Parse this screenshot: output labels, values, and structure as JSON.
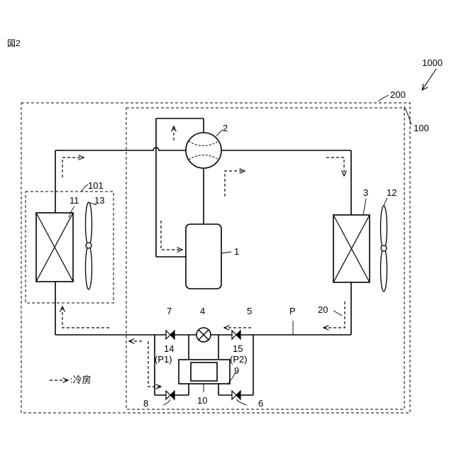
{
  "figure": {
    "title": "図2"
  },
  "labels": {
    "system": "1000",
    "indoor_unit": "200",
    "outdoor_unit": "100",
    "indoor_heat_exchanger_unit": "101",
    "compressor": "1",
    "four_way_valve": "2",
    "outdoor_heat_exchanger": "3",
    "expansion_valve": "4",
    "valve_5": "5",
    "valve_6": "6",
    "valve_7": "7",
    "valve_8": "8",
    "unit_9": "9",
    "unit_10": "10",
    "indoor_heat_exchanger": "11",
    "outdoor_fan": "12",
    "indoor_fan": "13",
    "pipe_14": "14",
    "pipe_15": "15",
    "point_p1": "(P1)",
    "point_p2": "(P2)",
    "pipe_p": "P",
    "pipe_20": "20"
  },
  "legend": {
    "label": ":冷房"
  }
}
